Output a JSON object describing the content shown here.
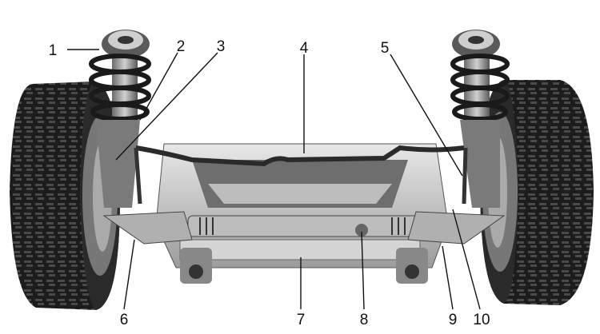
{
  "figure": {
    "callouts": [
      {
        "id": 1,
        "label": "1"
      },
      {
        "id": 2,
        "label": "2"
      },
      {
        "id": 3,
        "label": "3"
      },
      {
        "id": 4,
        "label": "4"
      },
      {
        "id": 5,
        "label": "5"
      },
      {
        "id": 6,
        "label": "6"
      },
      {
        "id": 7,
        "label": "7"
      },
      {
        "id": 8,
        "label": "8"
      },
      {
        "id": 9,
        "label": "9"
      },
      {
        "id": 10,
        "label": "10"
      }
    ]
  },
  "colors": {
    "tire": "#1a1a1a",
    "tread": "#3c3c3c",
    "metal_light": "#d8d8d8",
    "metal_mid": "#9a9a9a",
    "metal_dark": "#4a4a4a",
    "background": "#ffffff"
  }
}
